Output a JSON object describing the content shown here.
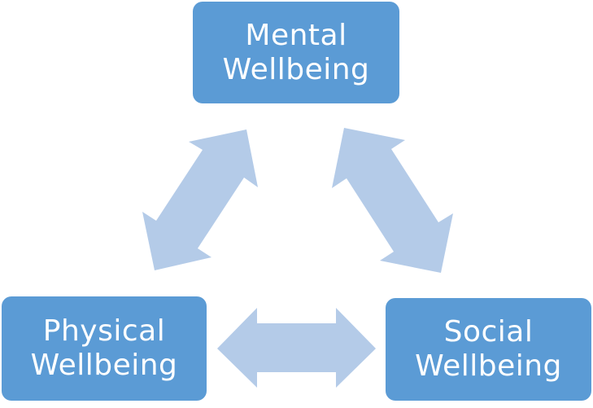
{
  "diagram": {
    "type": "cycle",
    "colors": {
      "node_fill": "#5b9bd5",
      "node_text": "#ffffff",
      "arrow_fill": "#b4cbe8"
    },
    "nodes": [
      {
        "id": "mental",
        "lines": [
          "Mental",
          "Wellbeing"
        ]
      },
      {
        "id": "physical",
        "lines": [
          "Physical",
          "Wellbeing"
        ]
      },
      {
        "id": "social",
        "lines": [
          "Social",
          "Wellbeing"
        ]
      }
    ],
    "edges": [
      {
        "from": "mental",
        "to": "physical",
        "style": "double-arrow"
      },
      {
        "from": "mental",
        "to": "social",
        "style": "double-arrow"
      },
      {
        "from": "physical",
        "to": "social",
        "style": "double-arrow"
      }
    ]
  }
}
